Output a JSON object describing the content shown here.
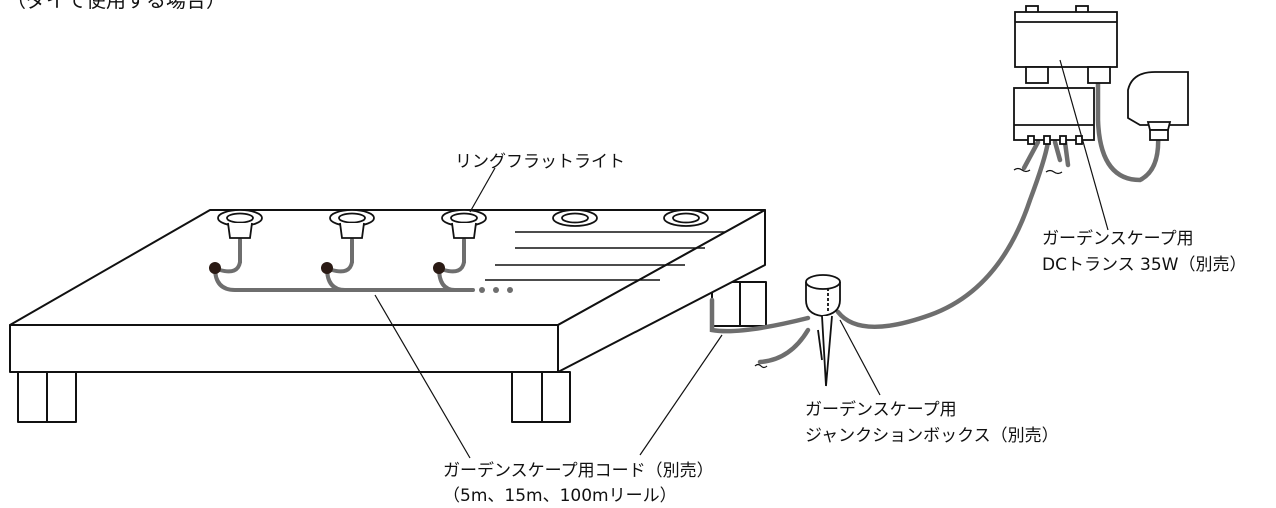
{
  "header": {
    "text": "（ダイで使用する場合）"
  },
  "labels": {
    "light": "リングフラットライト",
    "transformer_line1": "ガーデンスケープ用",
    "transformer_line2": "DCトランス 35W（別売）",
    "junction_line1": "ガーデンスケープ用",
    "junction_line2": "ジャンクションボックス（別売）",
    "cord_line1": "ガーデンスケープ用コード（別売）",
    "cord_line2": "（5m、15m、100mリール）"
  },
  "colors": {
    "line": "#111111",
    "cable": "#6e6e6e",
    "paper": "#ffffff",
    "dot": "#2a1a14"
  }
}
